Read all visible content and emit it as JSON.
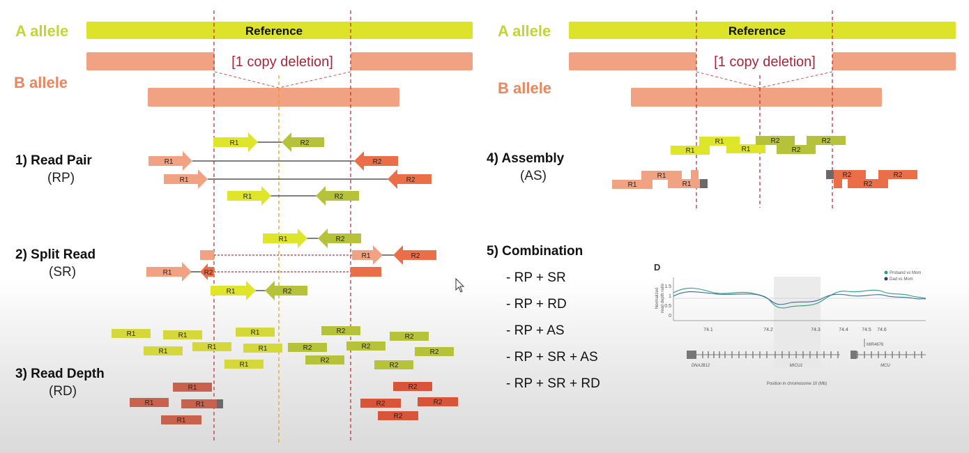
{
  "left_panel": {
    "a_allele": "A allele",
    "b_allele": "B allele",
    "reference": "Reference",
    "deletion": "[1 copy deletion]",
    "methods": [
      {
        "title": "1) Read Pair",
        "abbr": "(RP)"
      },
      {
        "title": "2) Split Read",
        "abbr": "(SR)"
      },
      {
        "title": "3) Read Depth",
        "abbr": "(RD)"
      }
    ]
  },
  "right_panel": {
    "a_allele": "A allele",
    "b_allele": "B allele",
    "reference": "Reference",
    "deletion": "[1 copy deletion]",
    "methods": [
      {
        "title": "4) Assembly",
        "abbr": "(AS)"
      }
    ],
    "combination": {
      "title": "5) Combination",
      "items": [
        "- RP + SR",
        "- RP + RD",
        "- RP + AS",
        "- RP + SR + AS",
        "- RP + SR + RD"
      ]
    }
  },
  "reads": {
    "r1": "R1",
    "r2": "R2"
  },
  "inset": {
    "panel_letter": "D",
    "ylabel_line1": "Normalized",
    "ylabel_line2": "read depth ratio",
    "yticks": [
      "1.5",
      "1",
      "0.5",
      "0"
    ],
    "xticks": [
      "74.1",
      "74.2",
      "74.3",
      "74.4",
      "74.5",
      "74.6"
    ],
    "legend": [
      "Proband vs Mom",
      "Dad vs Mom"
    ],
    "mirna": "MIR4676",
    "genes": [
      "DNAJB12",
      "MICU1",
      "MCU"
    ],
    "xlabel": "Position in chromosome 10 (Mb)"
  },
  "colors": {
    "a_allele": "#c3d629",
    "b_allele": "#e8875f",
    "reference_bar": "#dde32a",
    "b_allele_bar": "#f0a283",
    "deletion_text": "#a8253a",
    "breakpoint_line": "#c0323c",
    "junction_line": "#e8a020",
    "proband_series": "#2ba07a",
    "dad_series": "#3a6aa0"
  }
}
